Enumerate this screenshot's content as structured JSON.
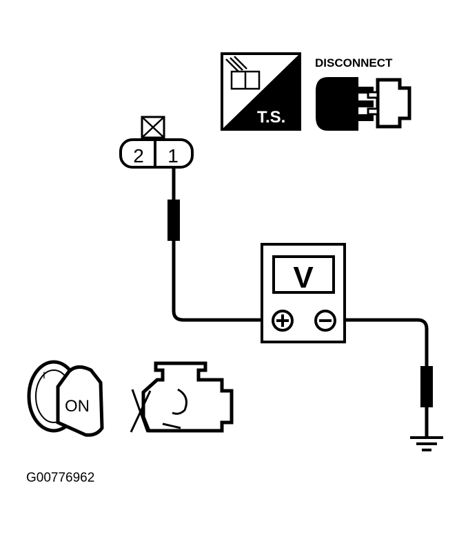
{
  "ts_label": "T.S.",
  "disconnect_label": "DISCONNECT",
  "connector": {
    "pin_left": "2",
    "pin_right": "1"
  },
  "meter": {
    "mode": "V",
    "plus": "+",
    "minus": "−"
  },
  "ignition": {
    "position_mark": "I",
    "label": "ON"
  },
  "figure_code": "G00776962"
}
